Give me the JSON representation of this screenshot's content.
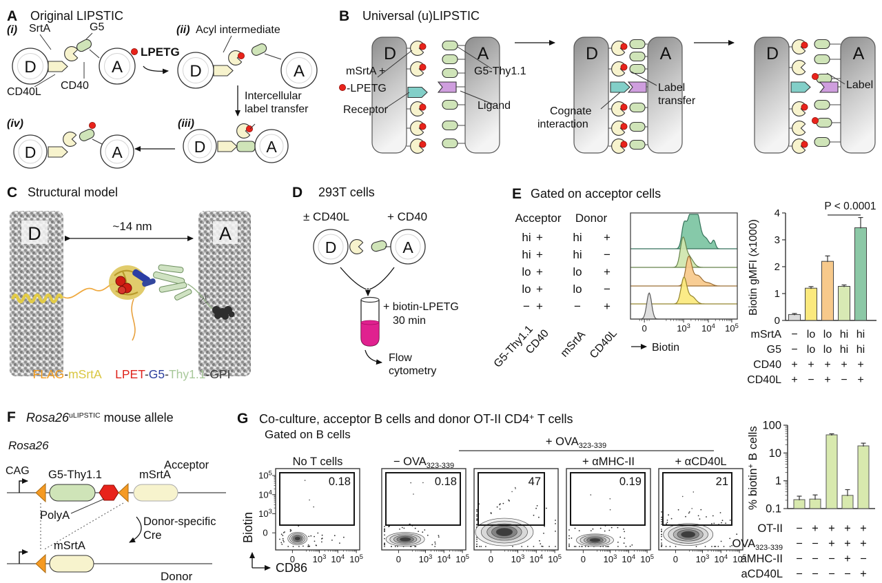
{
  "panelA": {
    "letter": "A",
    "title": "Original LIPSTIC",
    "step_i": "(i)",
    "step_ii": "(ii)",
    "step_iii": "(iii)",
    "step_iv": "(iv)",
    "srta": "SrtA",
    "g5": "G5",
    "lpetg": "LPETG",
    "cd40l": "CD40L",
    "cd40": "CD40",
    "acyl": "Acyl intermediate",
    "inter1": "Intercellular",
    "inter2": "label transfer",
    "d": "D",
    "a": "A"
  },
  "panelB": {
    "letter": "B",
    "title": "Universal (u)LIPSTIC",
    "d": "D",
    "a": "A",
    "msrta": "mSrtA +",
    "lpetg": "-LPETG",
    "receptor": "Receptor",
    "g5thy": "G5-Thy1.1",
    "ligand": "Ligand",
    "cognate1": "Cognate",
    "cognate2": "interaction",
    "lt1": "Label",
    "lt2": "transfer",
    "label": "Label"
  },
  "panelC": {
    "letter": "C",
    "title": "Structural model",
    "dist": "~14 nm",
    "d": "D",
    "a": "A",
    "caption": [
      {
        "t": "FLAG",
        "c": "#f29b1d"
      },
      {
        "t": "-",
        "c": "#333333"
      },
      {
        "t": "mSrtA",
        "c": "#d9c63f"
      },
      {
        "t": "    ",
        "c": "#333333"
      },
      {
        "t": "LPET",
        "c": "#df241c"
      },
      {
        "t": "-",
        "c": "#333333"
      },
      {
        "t": "G5",
        "c": "#2c3f9e"
      },
      {
        "t": "-",
        "c": "#333333"
      },
      {
        "t": "Thy1.1",
        "c": "#a8c89a"
      },
      {
        "t": "-",
        "c": "#333333"
      },
      {
        "t": "GPI",
        "c": "#3d3d3d"
      }
    ]
  },
  "panelD": {
    "letter": "D",
    "title": "293T cells",
    "cd40l": "± CD40L",
    "cd40": "+ CD40",
    "d": "D",
    "a": "A",
    "biotin": "+ biotin-LPETG",
    "time": "30 min",
    "flow1": "Flow",
    "flow2": "cytometry"
  },
  "panelE": {
    "letter": "E",
    "title": "Gated on acceptor cells",
    "acceptor": "Acceptor",
    "donor": "Donor",
    "table": [
      [
        "hi",
        "+",
        "hi",
        "+"
      ],
      [
        "hi",
        "+",
        "hi",
        "−"
      ],
      [
        "lo",
        "+",
        "lo",
        "+"
      ],
      [
        "lo",
        "+",
        "lo",
        "−"
      ],
      [
        "−",
        "+",
        "−",
        "+"
      ]
    ],
    "angled": [
      "G5-Thy1.1",
      "CD40",
      "mSrtA",
      "CD40L"
    ]
  },
  "panelF": {
    "letter": "F",
    "gene": "Rosa26",
    "sup": "uLIPSTIC",
    "title_rest": " mouse allele",
    "locus": "Rosa26",
    "cag": "CAG",
    "g5thy": "G5-Thy1.1",
    "polya": "PolyA",
    "msrta_gray": "mSrtA",
    "acceptor": "Acceptor",
    "cre1": "Donor-specific",
    "cre2": "Cre",
    "msrta": "mSrtA",
    "donor": "Donor"
  },
  "panelG": {
    "letter": "G",
    "title": "Co-culture, acceptor B cells and donor OT-II CD4",
    "title_sup": "+",
    "title_rest": " T cells",
    "gated": "Gated on B cells",
    "span_pre": "+ OVA",
    "span_sub": "323-339",
    "bar_ylabel_pre": "% biotin",
    "bar_ylabel_sup": "+",
    "bar_ylabel_rest": " B cells"
  },
  "chart_data": [
    {
      "type": "histogram",
      "panel": "E",
      "xlabel": "Biotin",
      "x_ticks": [
        "0",
        "1e3",
        "1e4",
        "1e5"
      ],
      "rows": [
        {
          "name": "hi + hi +",
          "color": "#7cc4a2",
          "stroke": "#35725a",
          "amp": 52,
          "peaks": [
            [
              0.5,
              0.62,
              0.03
            ],
            [
              0.565,
              1.0,
              0.045
            ],
            [
              0.625,
              0.86,
              0.04
            ],
            [
              0.7,
              0.3,
              0.05
            ],
            [
              0.78,
              0.22,
              0.022
            ]
          ]
        },
        {
          "name": "hi + hi −",
          "color": "#cfe6ae",
          "stroke": "#66824a",
          "amp": 38,
          "peaks": [
            [
              0.49,
              1.0,
              0.035
            ],
            [
              0.545,
              0.42,
              0.055
            ]
          ]
        },
        {
          "name": "lo + lo +",
          "color": "#f7c98b",
          "stroke": "#9a6d33",
          "amp": 42,
          "peaks": [
            [
              0.545,
              1.0,
              0.04
            ],
            [
              0.63,
              0.36,
              0.055
            ],
            [
              0.73,
              0.1,
              0.05
            ]
          ]
        },
        {
          "name": "lo + lo −",
          "color": "#fbe97d",
          "stroke": "#94842c",
          "amp": 38,
          "peaks": [
            [
              0.5,
              1.0,
              0.038
            ],
            [
              0.575,
              0.28,
              0.05
            ]
          ]
        },
        {
          "name": "− + − +",
          "color": "#dcdcdc",
          "stroke": "#5a5a5a",
          "amp": 38,
          "peaks": [
            [
              0.175,
              1.0,
              0.032
            ]
          ]
        }
      ]
    },
    {
      "type": "bar",
      "panel": "E",
      "ylabel": "Biotin gMFI (x1000)",
      "ylim": [
        0,
        4
      ],
      "yticks": [
        0,
        1,
        2,
        3,
        4
      ],
      "values": [
        0.22,
        1.2,
        2.2,
        1.27,
        3.45
      ],
      "errors": [
        0.04,
        0.06,
        0.2,
        0.05,
        0.38
      ],
      "colors": [
        "#dcdcdc",
        "#fbe97d",
        "#f7c98b",
        "#d8e9b4",
        "#8cc8a6"
      ],
      "p_label": "P < 0.0001",
      "p_span": [
        2,
        4
      ],
      "conditions": {
        "labels": [
          {
            "t": "mSrtA"
          },
          {
            "t": "G5"
          },
          {
            "t": "CD40"
          },
          {
            "t": "CD40L"
          }
        ],
        "rows": [
          [
            "−",
            "lo",
            "lo",
            "hi",
            "hi"
          ],
          [
            "−",
            "lo",
            "lo",
            "hi",
            "hi"
          ],
          [
            "+",
            "+",
            "+",
            "+",
            "+"
          ],
          [
            "+",
            "−",
            "+",
            "−",
            "+"
          ]
        ]
      }
    },
    {
      "type": "flow",
      "panel": "G",
      "xlabel": "CD86",
      "ylabel": "Biotin",
      "x_ticks": [
        "0",
        "1e3",
        "1e4",
        "1e5"
      ],
      "y_ticks": [
        "0",
        "1e3",
        "1e4",
        "1e5"
      ],
      "plots": [
        {
          "header": "No T cells",
          "gate_pct": "0.18",
          "blob": {
            "fx": 0.26,
            "fy": 0.86,
            "rx": 14,
            "ry": 9,
            "dots": 26,
            "seed": 7,
            "tail": true
          }
        },
        {
          "header": "− OVA",
          "header_sub": "323-339",
          "gate_pct": "0.18",
          "blob": {
            "fx": 0.28,
            "fy": 0.87,
            "rx": 28,
            "ry": 10,
            "dots": 40,
            "seed": 11
          }
        },
        {
          "header": "",
          "gate_pct": "47",
          "blob": {
            "fx": 0.36,
            "fy": 0.78,
            "rx": 42,
            "ry": 20,
            "dots": 60,
            "seed": 23
          }
        },
        {
          "header": "+ αMHC-II",
          "gate_pct": "0.19",
          "blob": {
            "fx": 0.34,
            "fy": 0.88,
            "rx": 27,
            "ry": 9,
            "dots": 40,
            "seed": 31
          }
        },
        {
          "header": "+ αCD40L",
          "gate_pct": "21",
          "blob": {
            "fx": 0.35,
            "fy": 0.81,
            "rx": 36,
            "ry": 16,
            "dots": 55,
            "seed": 41
          }
        }
      ]
    },
    {
      "type": "bar-log",
      "panel": "G",
      "ylim": [
        0.1,
        100
      ],
      "yticks": [
        "100",
        "10",
        "1",
        "0.1"
      ],
      "values": [
        0.21,
        0.22,
        45,
        0.3,
        18
      ],
      "errors": [
        0.07,
        0.09,
        4,
        0.18,
        4.5
      ],
      "color": "#d8e9ae",
      "conditions": {
        "labels": [
          {
            "t": "OT-II"
          },
          {
            "t": "OVA",
            "sub": "323-339"
          },
          {
            "t": "aMHC-II"
          },
          {
            "t": "aCD40L"
          }
        ],
        "rows": [
          [
            "−",
            "+",
            "+",
            "+",
            "+"
          ],
          [
            "−",
            "−",
            "+",
            "+",
            "+"
          ],
          [
            "−",
            "−",
            "−",
            "+",
            "−"
          ],
          [
            "−",
            "−",
            "−",
            "−",
            "+"
          ]
        ]
      }
    }
  ]
}
